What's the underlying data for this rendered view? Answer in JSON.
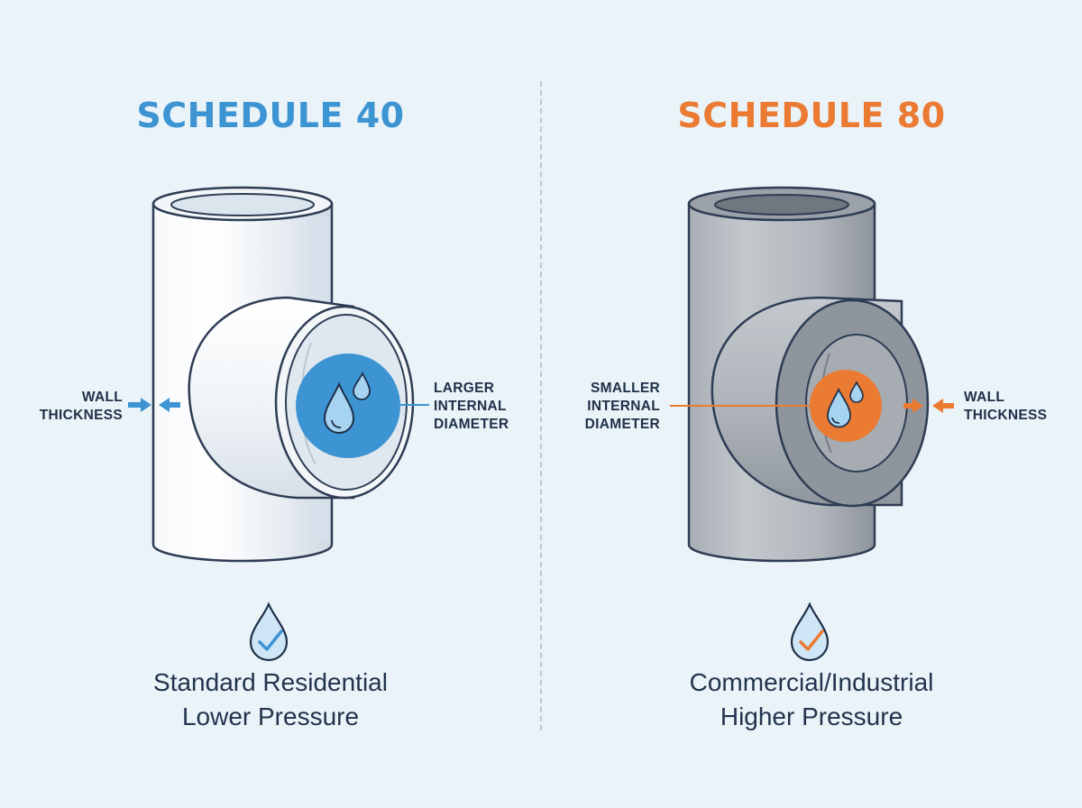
{
  "schedule_40": {
    "title": "SCHEDULE 40",
    "wall_label": [
      "WALL",
      "THICKNESS"
    ],
    "diameter_label": [
      "LARGER",
      "INTERNAL",
      "DIAMETER"
    ],
    "caption": [
      "Standard Residential",
      "Lower Pressure"
    ],
    "accent_color": "#3d94d2",
    "pipe_color": "#f4f7fa"
  },
  "schedule_80": {
    "title": "SCHEDULE 80",
    "diameter_label": [
      "SMALLER",
      "INTERNAL",
      "DIAMETER"
    ],
    "wall_label": [
      "WALL",
      "THICKNESS"
    ],
    "caption": [
      "Commercial/Industrial",
      "Higher Pressure"
    ],
    "accent_color": "#eb7a32",
    "pipe_color": "#b3b8be"
  },
  "icons": [
    "water-drop-icon",
    "water-drop-check-icon"
  ]
}
